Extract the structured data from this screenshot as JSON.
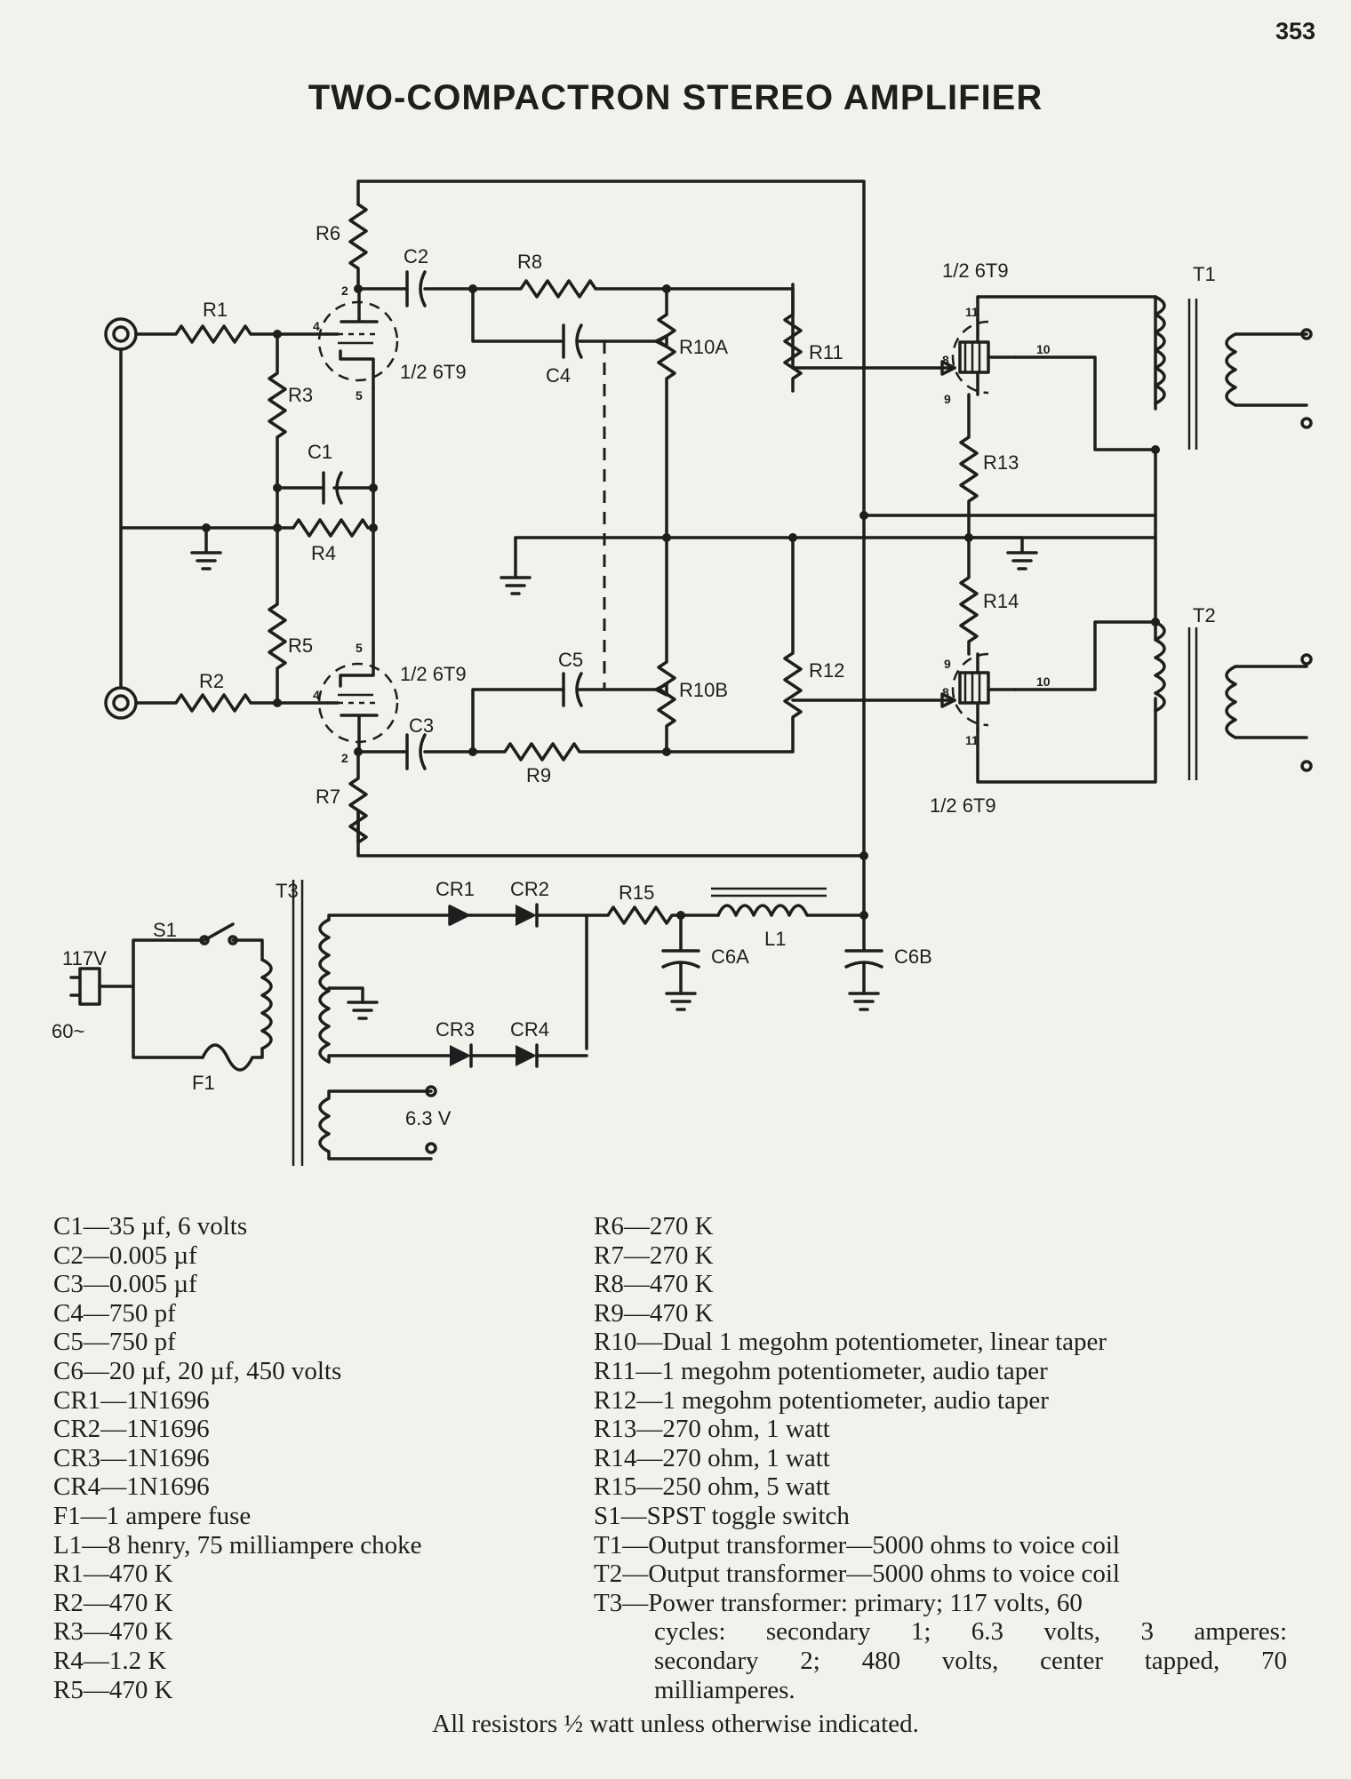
{
  "page": {
    "number": "353",
    "title": "TWO-COMPACTRON STEREO AMPLIFIER"
  },
  "schematic": {
    "components": {
      "R1": "R1",
      "R2": "R2",
      "R3": "R3",
      "R4": "R4",
      "R5": "R5",
      "R6": "R6",
      "R7": "R7",
      "R8": "R8",
      "R9": "R9",
      "R10A": "R10A",
      "R10B": "R10B",
      "R11": "R11",
      "R12": "R12",
      "R13": "R13",
      "R14": "R14",
      "R15": "R15",
      "C1": "C1",
      "C2": "C2",
      "C3": "C3",
      "C4": "C4",
      "C5": "C5",
      "C6A": "C6A",
      "C6B": "C6B",
      "CR1": "CR1",
      "CR2": "CR2",
      "CR3": "CR3",
      "CR4": "CR4",
      "T1": "T1",
      "T2": "T2",
      "T3": "T3",
      "L1": "L1",
      "S1": "S1",
      "F1": "F1"
    },
    "tube_label": "1/2 6T9",
    "tube_pins": {
      "grid": "4",
      "plate": "2",
      "cathode": "5",
      "out_grid": "8",
      "out_cathode": "9",
      "out_plate": "10",
      "out_screen": "11"
    },
    "mains_voltage": "117V",
    "mains_frequency": "60~",
    "heater_voltage": "6.3 V"
  },
  "parts_list": {
    "left": [
      {
        "ref": "C1",
        "desc": "—35 µf, 6 volts"
      },
      {
        "ref": "C2",
        "desc": "—0.005 µf"
      },
      {
        "ref": "C3",
        "desc": "—0.005 µf"
      },
      {
        "ref": "C4",
        "desc": "—750 pf"
      },
      {
        "ref": "C5",
        "desc": "—750 pf"
      },
      {
        "ref": "C6",
        "desc": "—20 µf, 20 µf, 450 volts"
      },
      {
        "ref": "CR1",
        "desc": "—1N1696"
      },
      {
        "ref": "CR2",
        "desc": "—1N1696"
      },
      {
        "ref": "CR3",
        "desc": "—1N1696"
      },
      {
        "ref": "CR4",
        "desc": "—1N1696"
      },
      {
        "ref": "F1",
        "desc": "—1 ampere fuse"
      },
      {
        "ref": "L1",
        "desc": "—8 henry, 75 milliampere choke"
      },
      {
        "ref": "R1",
        "desc": "—470 K"
      },
      {
        "ref": "R2",
        "desc": "—470 K"
      },
      {
        "ref": "R3",
        "desc": "—470 K"
      },
      {
        "ref": "R4",
        "desc": "—1.2 K"
      },
      {
        "ref": "R5",
        "desc": "—470 K"
      }
    ],
    "right": [
      {
        "ref": "R6",
        "desc": "—270 K"
      },
      {
        "ref": "R7",
        "desc": "—270 K"
      },
      {
        "ref": "R8",
        "desc": "—470 K"
      },
      {
        "ref": "R9",
        "desc": "—470 K"
      },
      {
        "ref": "R10",
        "desc": "—Dual 1 megohm potentiometer, linear taper"
      },
      {
        "ref": "R11",
        "desc": "—1 megohm potentiometer, audio taper"
      },
      {
        "ref": "R12",
        "desc": "—1 megohm potentiometer, audio taper"
      },
      {
        "ref": "R13",
        "desc": "—270 ohm, 1 watt"
      },
      {
        "ref": "R14",
        "desc": "—270 ohm, 1 watt"
      },
      {
        "ref": "R15",
        "desc": "—250 ohm, 5 watt"
      },
      {
        "ref": "S1",
        "desc": "—SPST toggle switch"
      },
      {
        "ref": "T1",
        "desc": "—Output transformer—5000 ohms to voice coil"
      },
      {
        "ref": "T2",
        "desc": "—Output transformer—5000 ohms to voice coil"
      },
      {
        "ref": "T3",
        "desc": "—Power transformer: primary; 117 volts, 60",
        "cont": [
          "cycles: secondary 1; 6.3 volts, 3 amperes:",
          "secondary 2; 480 volts, center tapped, 70",
          "milliamperes."
        ]
      }
    ]
  },
  "footnote": "All resistors ½ watt unless otherwise indicated."
}
